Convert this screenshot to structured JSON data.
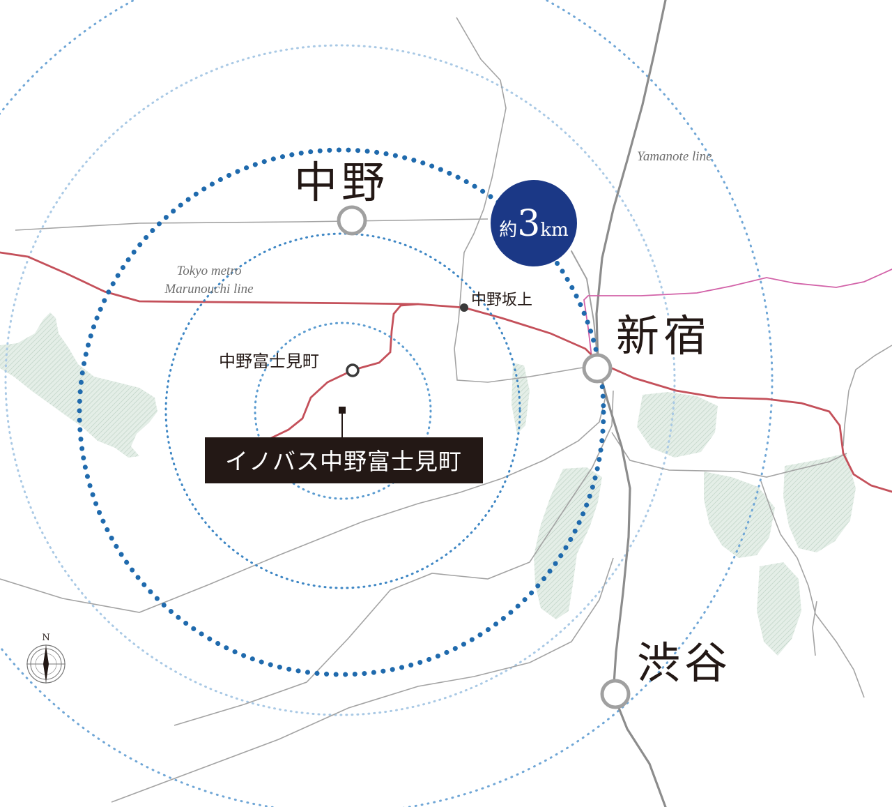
{
  "stations": {
    "nakano": "中野",
    "shinjuku": "新宿",
    "shibuya": "渋谷",
    "nakano_sakaue": "中野坂上",
    "nakano_fujimicho": "中野富士見町"
  },
  "property": {
    "label": "イノバス中野富士見町"
  },
  "lines": {
    "yamanote": "Yamanote line",
    "marunouchi_line1": "Tokyo metro",
    "marunouchi_line2": "Marunouchi line"
  },
  "distance_badge": {
    "prefix": "約",
    "number": "3",
    "unit": "km"
  },
  "compass": {
    "north": "N"
  },
  "colors": {
    "ring_dots": "#1f6aad",
    "ring_light": "#5a9bd0",
    "marunouchi": "#c4505a",
    "branch_line": "#d262a8",
    "roads": "#9a9a9a",
    "rail": "#8c8c8c",
    "park": "#dbe8df",
    "badge": "#1b3886",
    "label_box": "#231815"
  }
}
